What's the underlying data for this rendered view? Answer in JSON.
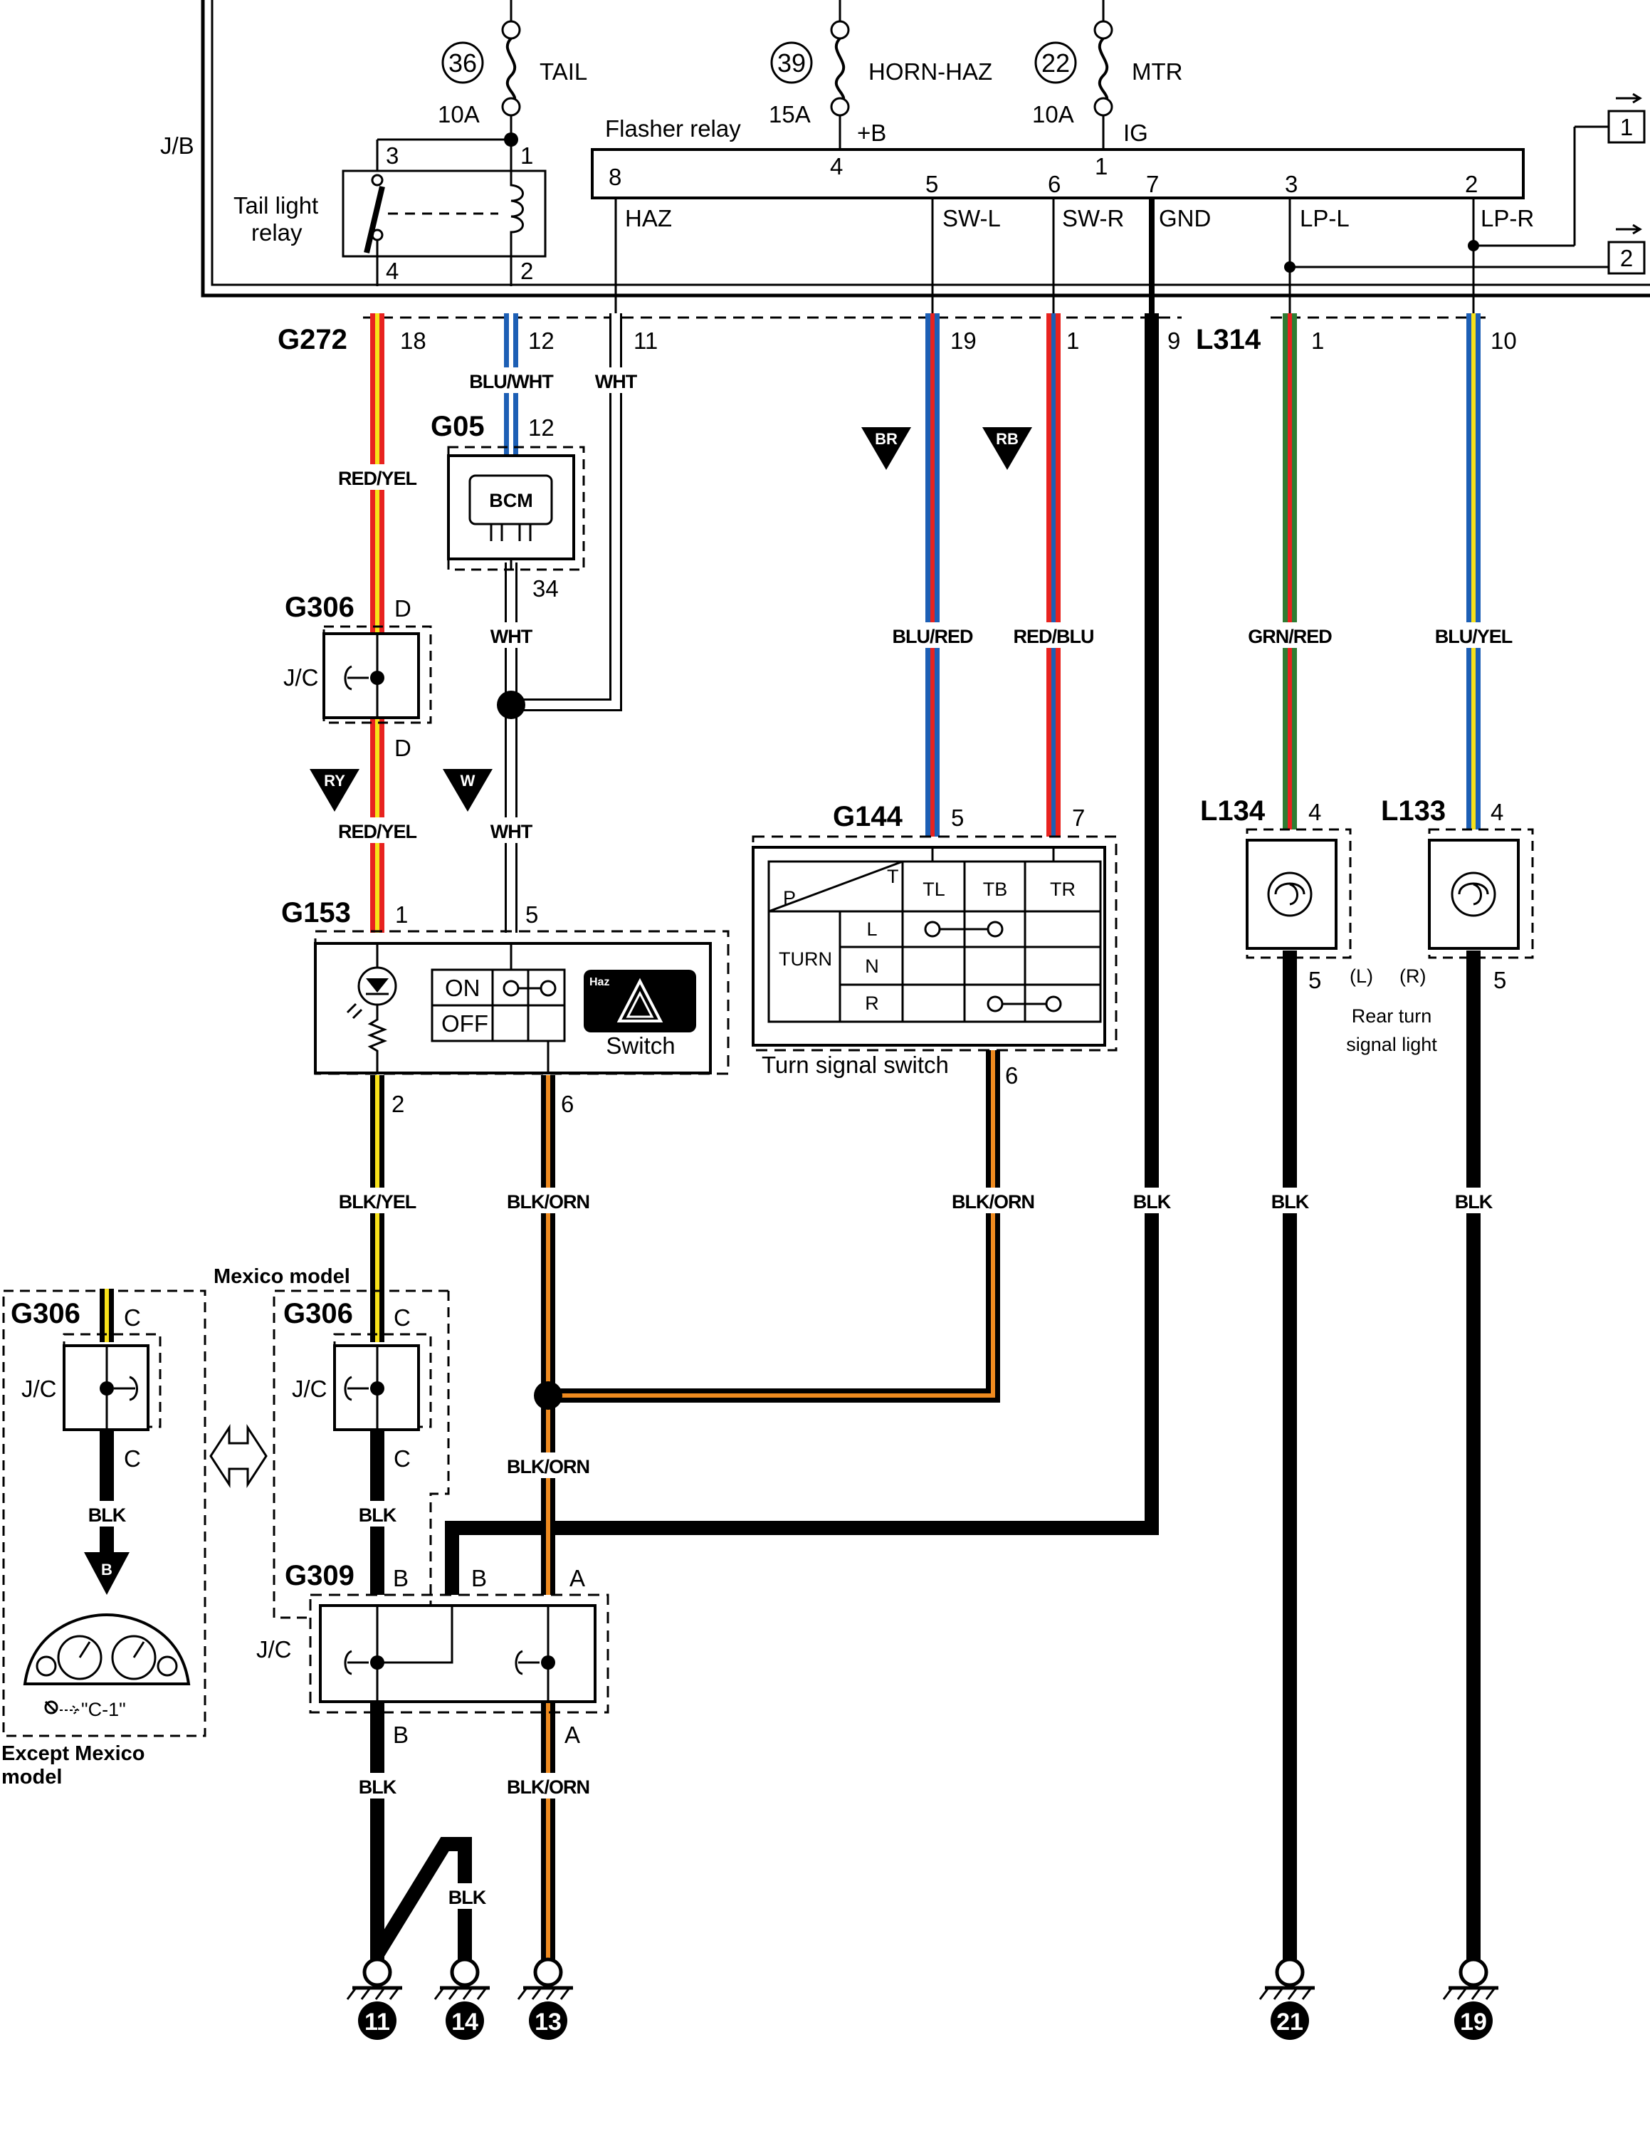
{
  "fuses": [
    {
      "num": "36",
      "name": "TAIL",
      "amp": "10A"
    },
    {
      "num": "39",
      "name": "HORN-HAZ",
      "amp": "15A"
    },
    {
      "num": "22",
      "name": "MTR",
      "amp": "10A"
    }
  ],
  "jb_label": "J/B",
  "tail_relay": {
    "label_1": "Tail light",
    "label_2": "relay",
    "pins": [
      "3",
      "1",
      "4",
      "2"
    ]
  },
  "flasher_relay": {
    "title": "Flasher relay",
    "top_pins": [
      {
        "num": "4",
        "name": "+B"
      },
      {
        "num": "1",
        "name": "IG"
      }
    ],
    "pins": [
      {
        "num": "8",
        "name": "HAZ"
      },
      {
        "num": "5",
        "name": "SW-L"
      },
      {
        "num": "6",
        "name": "SW-R"
      },
      {
        "num": "7",
        "name": "GND"
      },
      {
        "num": "3",
        "name": "LP-L"
      },
      {
        "num": "2",
        "name": "LP-R"
      }
    ]
  },
  "refs": [
    "1",
    "2"
  ],
  "connectors": {
    "g272": {
      "name": "G272",
      "pins": [
        "18",
        "12",
        "11",
        "19",
        "1",
        "9"
      ]
    },
    "l314": {
      "name": "L314",
      "pins": [
        "1",
        "10"
      ]
    },
    "g05": {
      "name": "G05",
      "pin_top": "12",
      "pin_bottom": "34",
      "device": "BCM"
    },
    "g306": {
      "name": "G306",
      "pin_top": "D",
      "pin_bottom": "D",
      "jc": "J/C"
    },
    "g153": {
      "name": "G153",
      "pins": [
        "1",
        "5",
        "2",
        "6"
      ]
    },
    "g144": {
      "name": "G144",
      "pins": [
        "5",
        "7",
        "6"
      ]
    },
    "l134": {
      "name": "L134",
      "pin_top": "4",
      "pin_bottom": "5"
    },
    "l133": {
      "name": "L133",
      "pin_top": "4",
      "pin_bottom": "5"
    },
    "g306_mexico": {
      "name": "G306",
      "pin_top": "C",
      "pin_bottom": "C",
      "jc": "J/C"
    },
    "g306_except": {
      "name": "G306",
      "pin_top": "C",
      "pin_bottom": "C",
      "jc": "J/C"
    },
    "g309": {
      "name": "G309",
      "pins": [
        "B",
        "B",
        "A",
        "B",
        "A"
      ],
      "jc": "J/C"
    }
  },
  "wire_labels": {
    "red_yel": "RED/YEL",
    "blu_wht": "BLU/WHT",
    "wht": "WHT",
    "blu_red": "BLU/RED",
    "red_blu": "RED/BLU",
    "grn_red": "GRN/RED",
    "blu_yel": "BLU/YEL",
    "blk_yel": "BLK/YEL",
    "blk_orn": "BLK/ORN",
    "blk": "BLK"
  },
  "tri_badges": [
    "BR",
    "RB",
    "RY",
    "W",
    "B"
  ],
  "haz_switch": {
    "on": "ON",
    "off": "OFF",
    "badge": "Haz",
    "label": "Switch"
  },
  "turn_switch": {
    "label": "Turn signal switch",
    "header_t": "T",
    "header_p": "P",
    "cols": [
      "TL",
      "TB",
      "TR"
    ],
    "row_group": "TURN",
    "rows": [
      "L",
      "N",
      "R"
    ]
  },
  "lamp_text": {
    "l": "(L)",
    "r": "(R)",
    "line1": "Rear turn",
    "line2": "signal light"
  },
  "mexico_model": "Mexico model",
  "except_model_1": "Except Mexico",
  "except_model_2": "model",
  "meter_ref": "\"C-1\"",
  "grounds": [
    "11",
    "14",
    "13",
    "21",
    "19"
  ],
  "wire_colors": {
    "red": "#e8231f",
    "yellow": "#f7e11a",
    "blue": "#1d5fb5",
    "green": "#2e7d32",
    "orange": "#ee8a1f",
    "black": "#000000",
    "white": "#ffffff"
  }
}
